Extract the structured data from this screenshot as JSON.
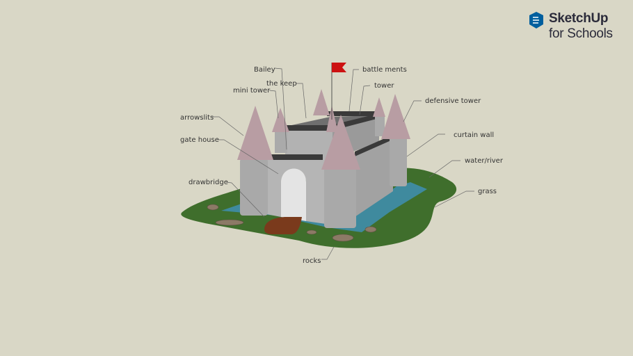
{
  "brand": {
    "name": "SketchUp",
    "subtitle": "for Schools",
    "icon": "sketchup-logo-icon",
    "color": "#005f9e"
  },
  "labels": {
    "bailey": "Bailey",
    "the_keep": "the keep",
    "mini_tower": "mini tower",
    "battlements": "battle ments",
    "tower": "tower",
    "defensive_tower": "defensive tower",
    "arrowslits": "arrowslits",
    "gate_house": "gate house",
    "curtain_wall": "curtain wall",
    "water_river": "water/river",
    "grass": "grass",
    "drawbridge": "drawbridge",
    "rocks": "rocks"
  },
  "colors": {
    "background": "#d9d7c6",
    "grass": "#3f6e2c",
    "water": "#3f8a9e",
    "stone": "#a9a9a9",
    "roof": "#b89da3",
    "flag": "#cc1111",
    "drawbridge": "#7a3a1c"
  }
}
